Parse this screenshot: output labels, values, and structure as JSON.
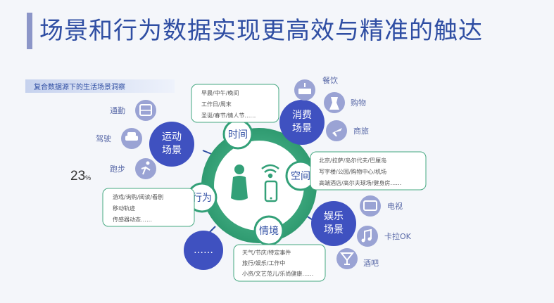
{
  "title": "场景和行为数据实现更高效与精准的触达",
  "subtitle": "复合数据源下的生活场景洞察",
  "percent_value": "23",
  "percent_unit": "%",
  "center": {
    "nodes": {
      "time": "时间",
      "space": "空间",
      "context": "情境",
      "behavior": "行为"
    }
  },
  "scenes": {
    "movement": {
      "line1": "运动",
      "line2": "场景",
      "items": [
        "通勤",
        "驾驶",
        "跑步"
      ]
    },
    "consume": {
      "line1": "消费",
      "line2": "场景",
      "items": [
        "餐饮",
        "购物",
        "商旅"
      ]
    },
    "entertain": {
      "line1": "娱乐",
      "line2": "场景",
      "items": [
        "电视",
        "卡拉OK",
        "酒吧"
      ]
    },
    "more": {
      "label": "……"
    }
  },
  "boxes": {
    "time": [
      "早晨/中午/晚间",
      "工作日/周末",
      "圣诞/春节/情人节……"
    ],
    "space": [
      "北京/拉萨/岛尔代夫/巴厘岛",
      "写字楼/公园/购物中心/机场",
      "高端酒店/高尔夫球场/健身房……"
    ],
    "behavior": [
      "游戏/询购/阅读/看剧",
      "移动轨迹",
      "传感器动态……"
    ],
    "context": [
      "天气/节庆/特定事件",
      "旅行/娱乐/工作中",
      "小资/文艺范儿/乐尚健康……"
    ]
  },
  "colors": {
    "accent": "#2f4ea3",
    "scene": "#3f51c0",
    "ring": "#33a078",
    "icon": "#9aa3d4"
  }
}
